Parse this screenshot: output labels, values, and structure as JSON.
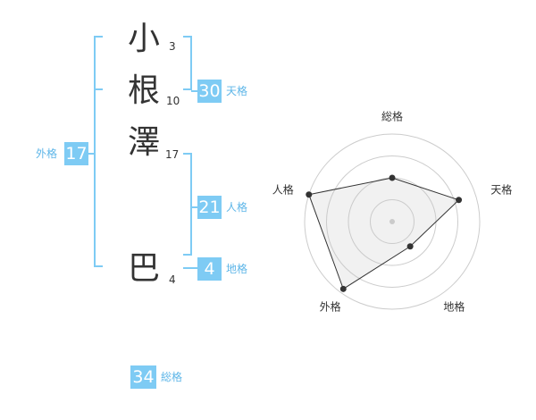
{
  "name": {
    "chars": [
      {
        "char": "小",
        "strokes": "3"
      },
      {
        "char": "根",
        "strokes": "10"
      },
      {
        "char": "澤",
        "strokes": "17"
      },
      {
        "char": "巴",
        "strokes": "4"
      }
    ]
  },
  "fortunes": {
    "tenkaku": {
      "value": "30",
      "label": "天格"
    },
    "jinkaku": {
      "value": "21",
      "label": "人格"
    },
    "chikaku": {
      "value": "4",
      "label": "地格"
    },
    "gaikaku": {
      "value": "17",
      "label": "外格"
    },
    "soukaku": {
      "value": "34",
      "label": "総格"
    }
  },
  "colors": {
    "bracket": "#7ecbf4",
    "box": "#7ecbf4",
    "label": "#5eb6e8",
    "text": "#333333"
  },
  "chart_data": {
    "type": "radar",
    "axes": [
      "総格",
      "天格",
      "地格",
      "外格",
      "人格"
    ],
    "values": [
      0.5,
      0.8,
      0.35,
      0.95,
      1.0
    ],
    "max": 1.0,
    "rings": 4
  }
}
